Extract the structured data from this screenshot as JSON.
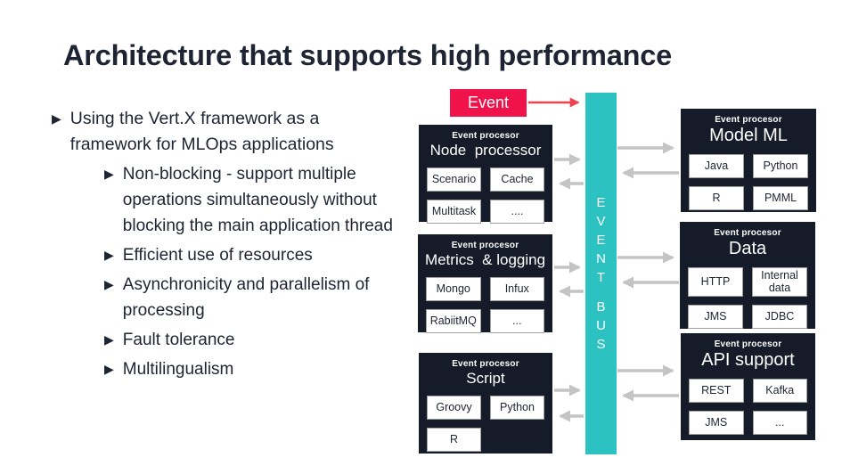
{
  "title": "Architecture that supports high performance",
  "bullets": {
    "marker": "▶",
    "level1": "Using the Vert.X framework as a\nframework for MLOps applications",
    "level2": [
      "Non-blocking - support multiple\noperations simultaneously without\nblocking the main application thread",
      "Efficient use of resources",
      "Asynchronicity and parallelism of\nprocessing",
      "Fault tolerance",
      "Multilingualism"
    ]
  },
  "diagram": {
    "event_label": "Event",
    "bus": {
      "line1": "EVENT",
      "line2": "BUS"
    },
    "processors": [
      {
        "header": "Event procesor",
        "title": "Node  processor",
        "items": [
          "Scenario",
          "Cache",
          "Multitask",
          "...."
        ]
      },
      {
        "header": "Event procesor",
        "title": "Metrics  & logging",
        "items": [
          "Mongo",
          "Infux",
          "RabiitMQ",
          "..."
        ]
      },
      {
        "header": "Event procesor",
        "title": "Script",
        "items": [
          "Groovy",
          "Python",
          "R"
        ]
      },
      {
        "header": "Event procesor",
        "title": "Model ML",
        "items": [
          "Java",
          "Python",
          "R",
          "PMML"
        ]
      },
      {
        "header": "Event procesor",
        "title": "Data",
        "items": [
          "HTTP",
          "Internal data",
          "JMS",
          "JDBC"
        ]
      },
      {
        "header": "Event procesor",
        "title": "API support",
        "items": [
          "REST",
          "Kafka",
          "JMS",
          "..."
        ]
      }
    ]
  },
  "colors": {
    "accent_red": "#ef124b",
    "arrow_red": "#ee4450",
    "bus_teal": "#2cc2c2",
    "box_dark": "#161b29",
    "arrow_gray": "#c4c4c4",
    "text_dark": "#1e2433"
  }
}
